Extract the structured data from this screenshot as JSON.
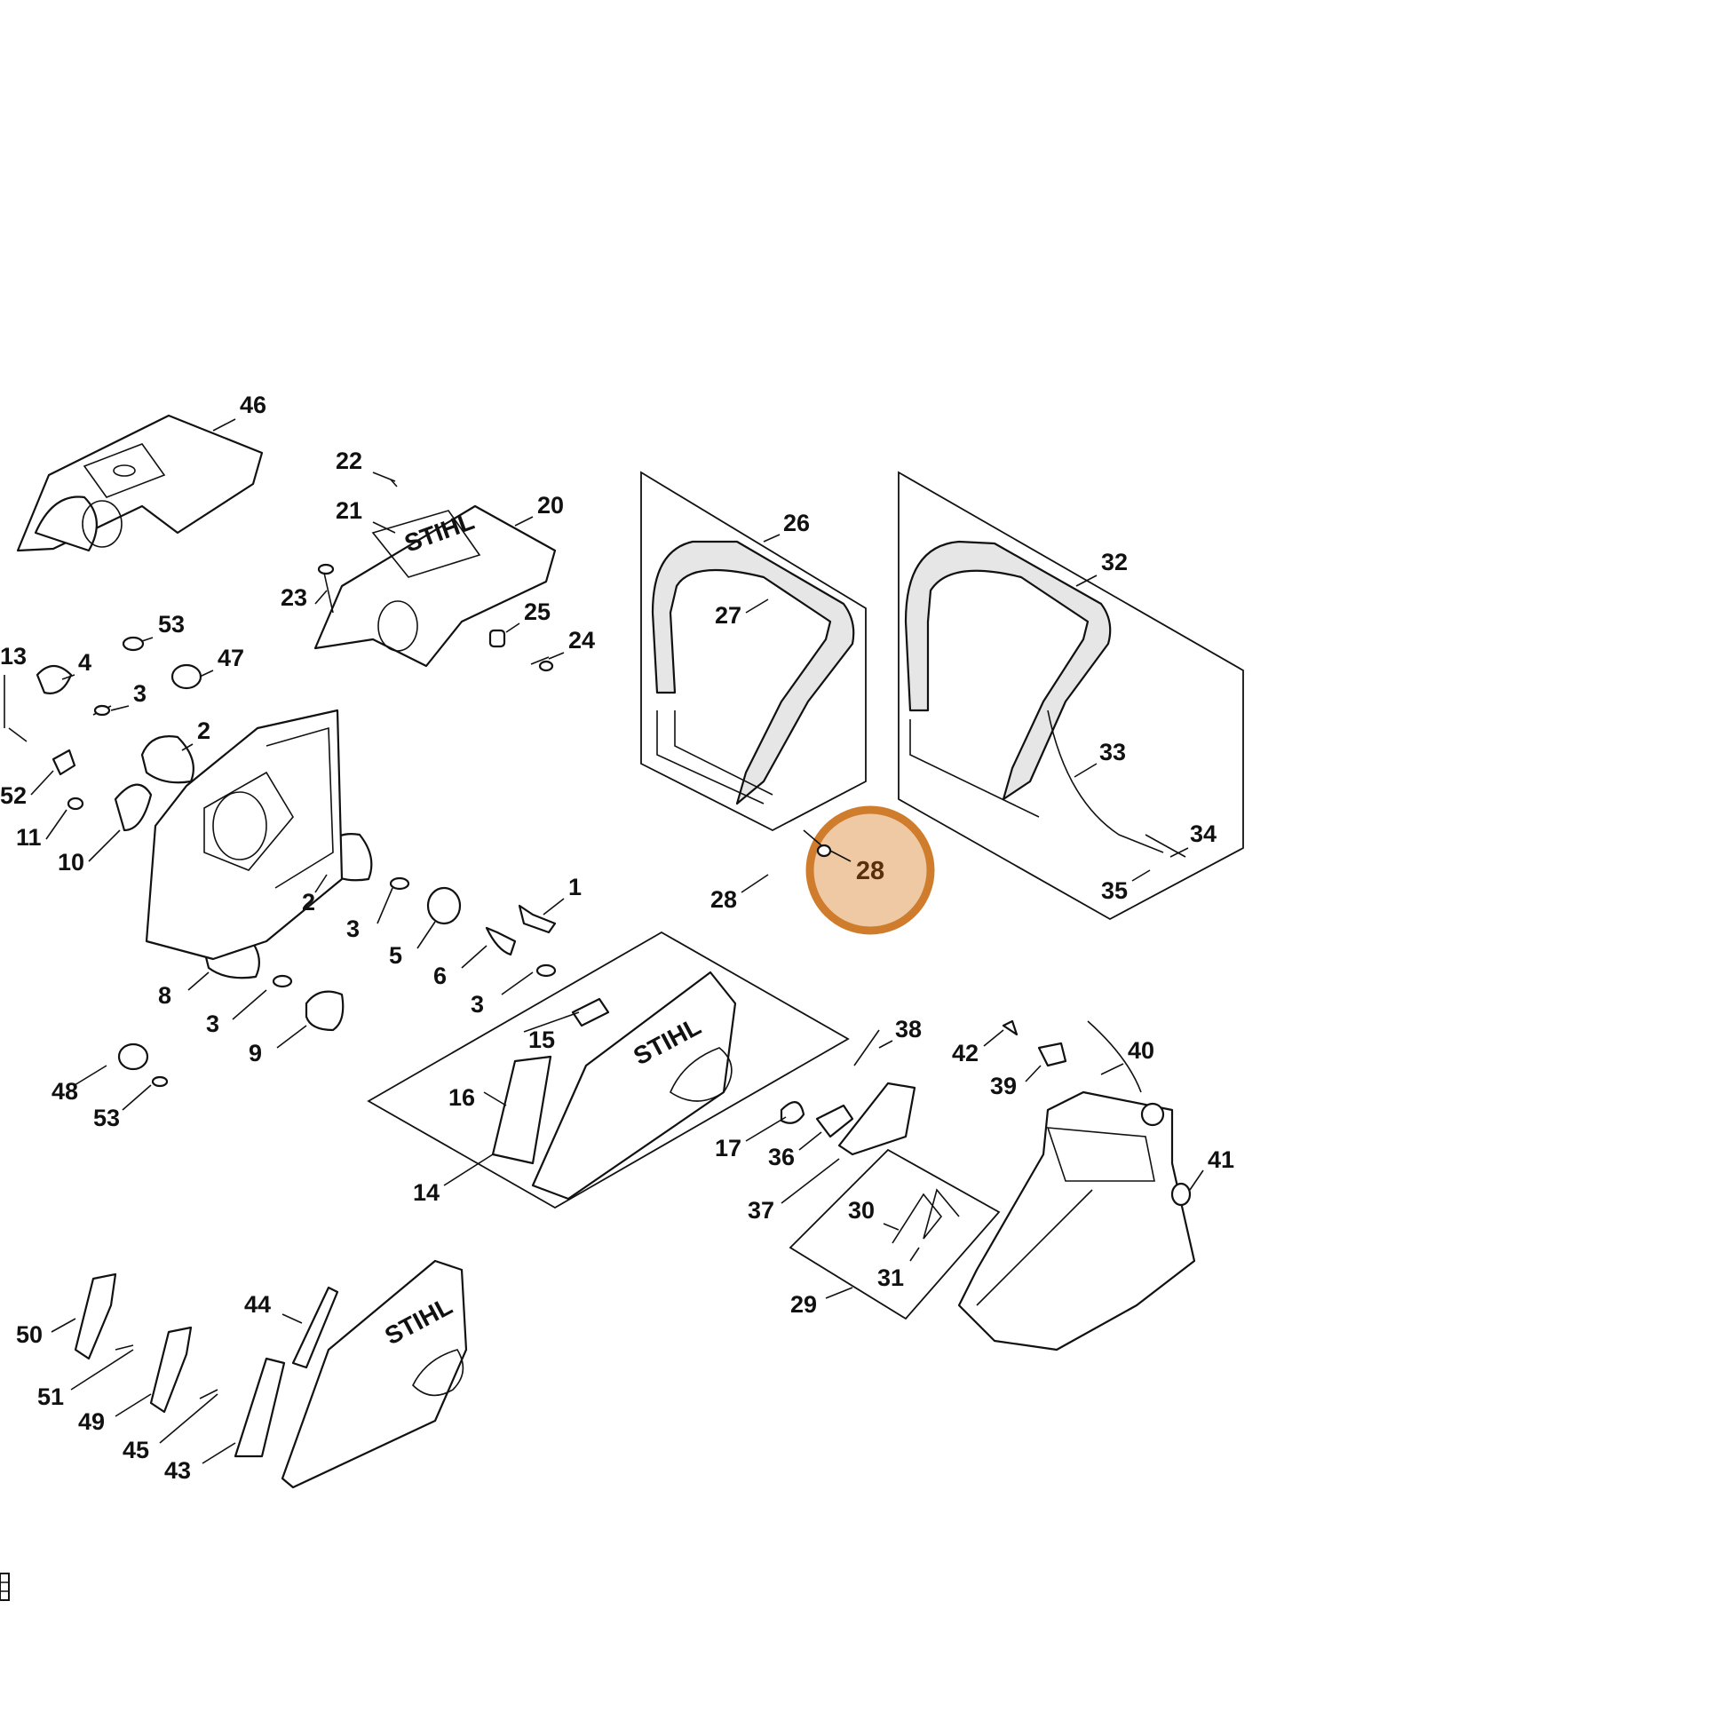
{
  "diagram": {
    "highlight": {
      "label": "28",
      "ring_color": "#cf7c2c",
      "fill_color": "#efc9a3"
    },
    "brand_marks": [
      "STIHL",
      "STIHL"
    ],
    "callouts": [
      "46",
      "22",
      "21",
      "20",
      "23",
      "25",
      "24",
      "53",
      "47",
      "4",
      "3",
      "2",
      "13",
      "52",
      "11",
      "10",
      "2",
      "3",
      "5",
      "1",
      "6",
      "3",
      "8",
      "3",
      "9",
      "48",
      "53",
      "26",
      "27",
      "32",
      "33",
      "34",
      "35",
      "28",
      "15",
      "16",
      "14",
      "38",
      "42",
      "39",
      "40",
      "17",
      "36",
      "37",
      "41",
      "30",
      "31",
      "29",
      "44",
      "50",
      "51",
      "49",
      "45",
      "43"
    ]
  }
}
